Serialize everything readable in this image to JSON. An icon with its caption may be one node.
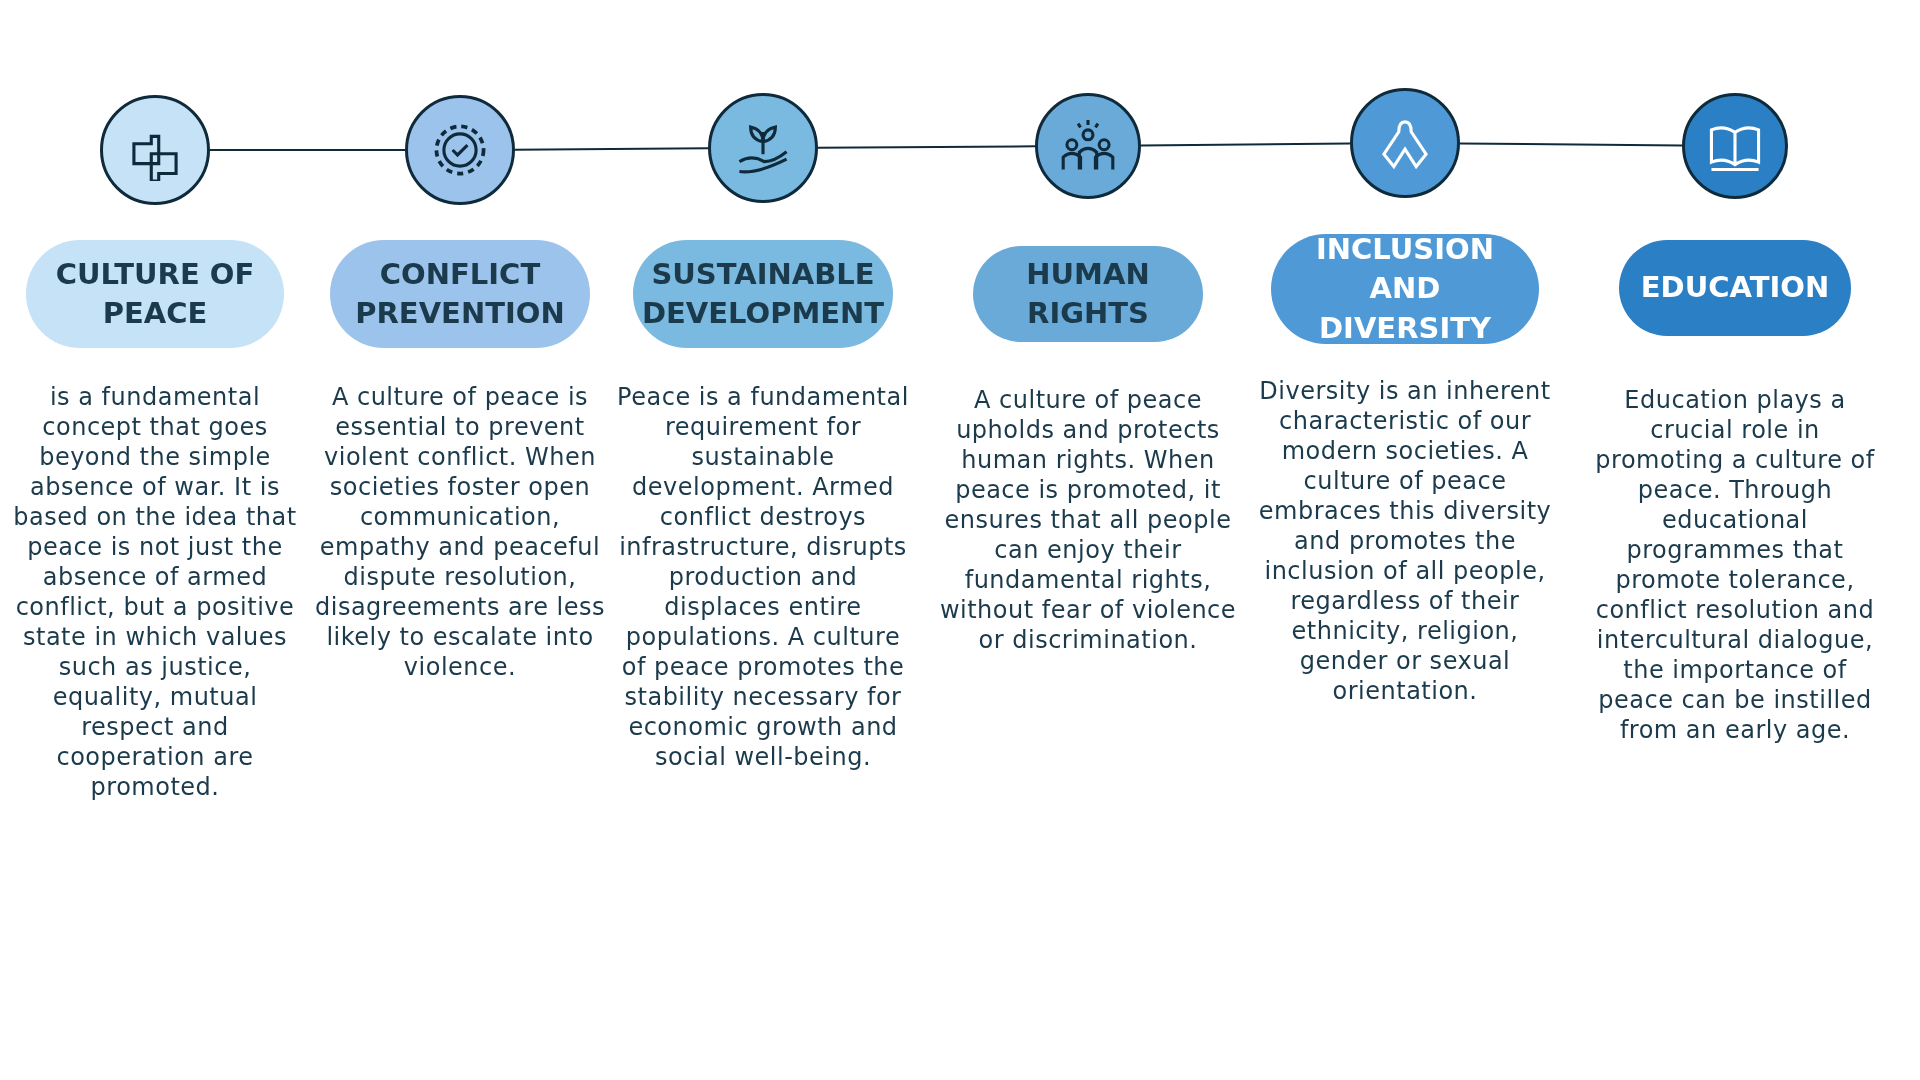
{
  "diagram": {
    "nodes": [
      {
        "text": [],
        "shape": "circle"
      },
      {
        "text": [],
        "shape": "circle"
      },
      {
        "text": [],
        "shape": "circle"
      },
      {
        "text": [],
        "shape": "circle"
      },
      {
        "text": [],
        "shape": "circle"
      },
      {
        "text": [],
        "shape": "circle"
      },
      {
        "text": [
          "CULTURE OF PEACE"
        ],
        "beside": [
          "is a fundamental concept that goes beyond the simple absence of war. It is based on the idea that peace is not just the absence of armed conflict, but a positive state in which values such as justice, equality, mutual respect and cooperation are promoted."
        ]
      },
      {
        "text": [
          "CONFLICT PREVENTION"
        ],
        "beside": [
          "A culture of peace is essential to prevent violent conflict. When societies foster open communication, empathy and peaceful dispute resolution, disagreements are less likely to escalate into violence."
        ]
      },
      {
        "text": [
          "SUSTAINABLE DEVELOPMENT"
        ],
        "beside": [
          "Peace is a fundamental requirement for sustainable development. Armed conflict destroys infrastructure, disrupts production and displaces entire populations. A culture of peace promotes the stability necessary for economic growth and social well-being."
        ]
      },
      {
        "text": [
          "HUMAN RIGHTS"
        ],
        "beside": [
          "A culture of peace upholds and protects human rights. When peace is promoted, it ensures that all people can enjoy their fundamental rights, without fear of violence or discrimination."
        ]
      },
      {
        "text": [
          "INCLUSION AND DIVERSITY"
        ],
        "beside": [
          "Diversity is an inherent characteristic of our modern societies. A culture of peace embraces this diversity and promotes the inclusion of all people, regardless of their ethnicity, religion, gender or sexual orientation."
        ]
      },
      {
        "text": [
          "EDUCATION"
        ],
        "beside": [
          "Education plays a crucial role in promoting a culture of peace. Through educational programmes that promote tolerance, conflict resolution and intercultural dialogue, the importance of peace can be instilled from an early age."
        ]
      }
    ],
    "edges": [
      {
        "from": 0,
        "to": 1,
        "arrow": "none"
      },
      {
        "from": 1,
        "to": 2,
        "arrow": "none"
      },
      {
        "from": 2,
        "to": 3,
        "arrow": "none"
      },
      {
        "from": 3,
        "to": 4,
        "arrow": "none"
      },
      {
        "from": 4,
        "to": 5,
        "arrow": "none"
      }
    ]
  }
}
